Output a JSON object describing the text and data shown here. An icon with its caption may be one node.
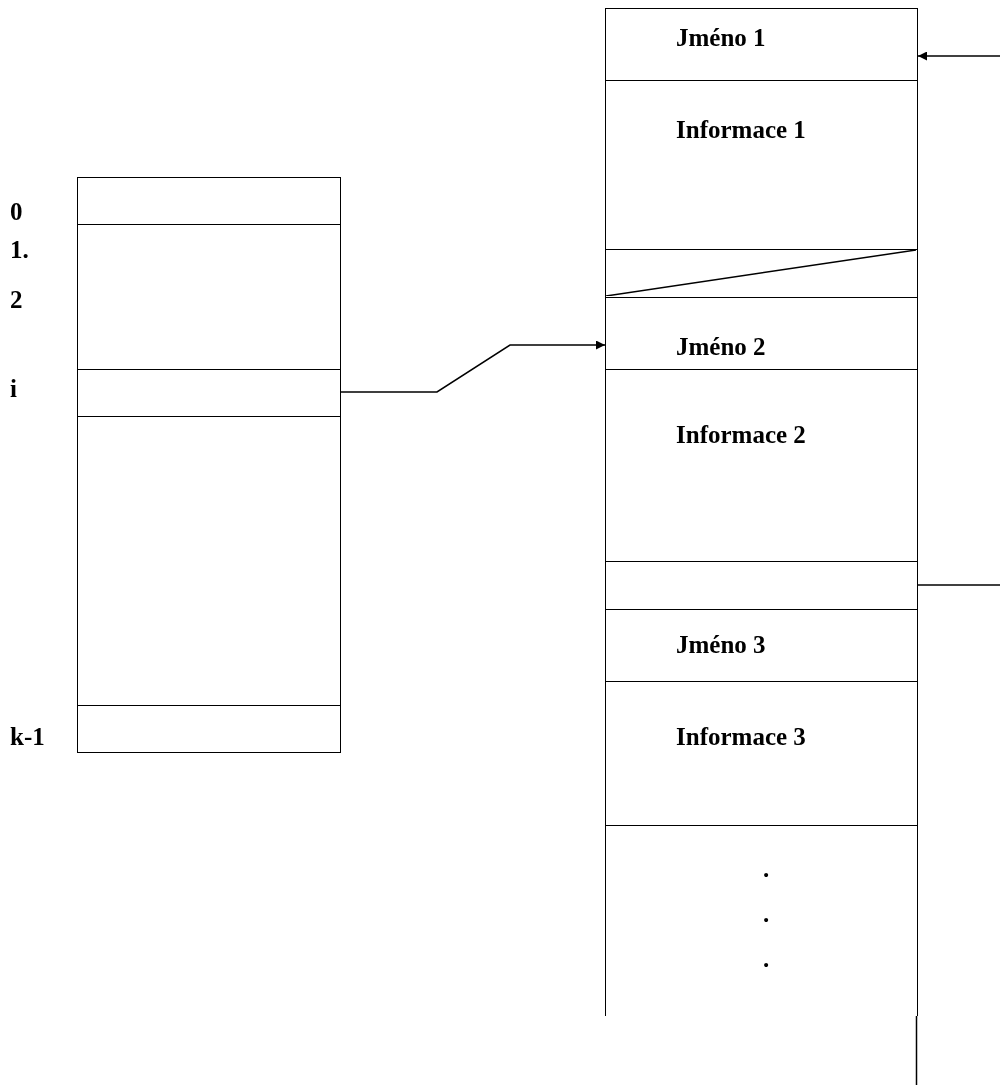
{
  "diagram": {
    "nodes": [
      {
        "text": [],
        "shape": "box",
        "beside": [
          "0"
        ]
      },
      {
        "text": [],
        "shape": "box",
        "beside": [
          "1.",
          "2"
        ]
      },
      {
        "text": [],
        "shape": "box",
        "beside": [
          "i"
        ]
      },
      {
        "text": [],
        "shape": "box"
      },
      {
        "text": [],
        "shape": "box",
        "beside": [
          "k-1"
        ]
      },
      {
        "text": [
          "Jméno 1"
        ]
      },
      {
        "text": [
          "Informace 1"
        ]
      },
      {
        "text": [],
        "shape": "box"
      },
      {
        "text": [
          "Jméno 2"
        ]
      },
      {
        "text": [
          "Informace 2"
        ]
      },
      {
        "text": [],
        "shape": "box"
      },
      {
        "text": [
          "Jméno 3"
        ]
      },
      {
        "text": [
          "Informace 3"
        ]
      },
      {
        "text": [
          ".",
          ".",
          "."
        ]
      }
    ],
    "edges": [
      {
        "from": null,
        "to": 5,
        "arrow": "to"
      },
      {
        "from": 2,
        "to": 8,
        "arrow": "to"
      },
      {
        "from": 10,
        "to": null,
        "arrow": "none"
      }
    ]
  }
}
